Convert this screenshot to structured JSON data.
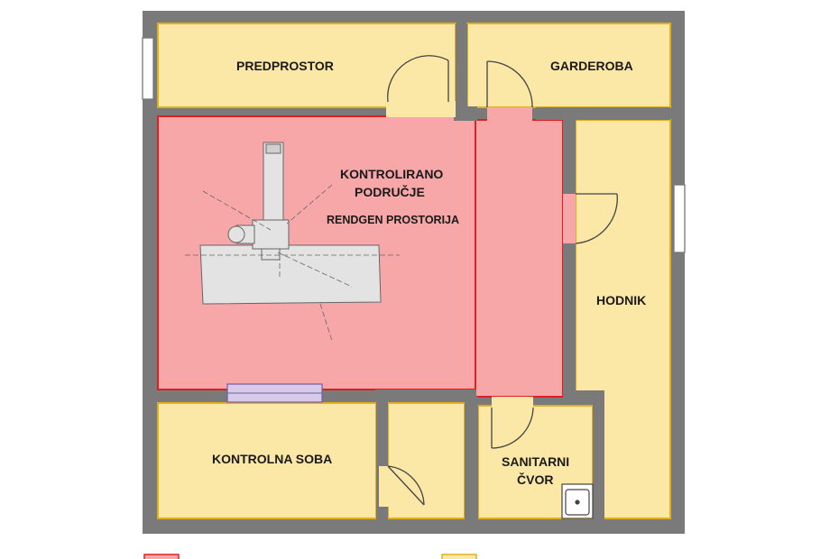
{
  "plan": {
    "rooms": {
      "predprostor": "PREDPROSTOR",
      "garderoba": "GARDEROBA",
      "controlled_line1": "KONTROLIRANO",
      "controlled_line2": "PODRUČJE",
      "xray_room": "RENDGEN PROSTORIJA",
      "hodnik": "HODNIK",
      "kontrolna_soba": "KONTROLNA SOBA",
      "sanitarni_line1": "SANITARNI",
      "sanitarni_line2": "ČVOR"
    },
    "colors": {
      "wall": "#7a7a7a",
      "controlled_fill": "#f7a7a8",
      "controlled_border": "#e02020",
      "supervised_fill": "#fbe7a6",
      "supervised_border": "#e0b020",
      "door": "#444444",
      "equipment": "#e3e3e3"
    }
  }
}
